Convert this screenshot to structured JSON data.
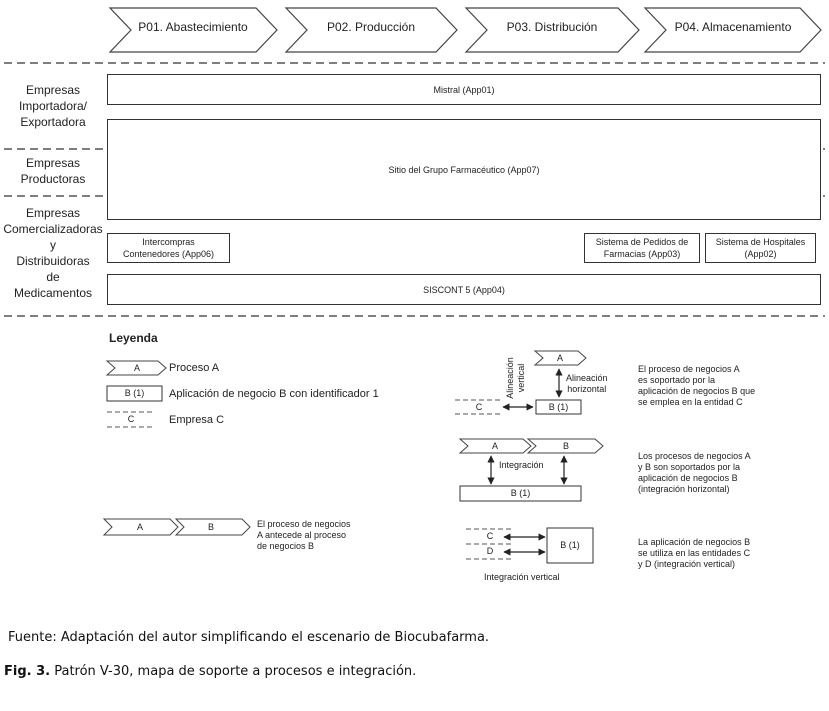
{
  "processes": [
    "P01. Abastecimiento",
    "P02. Producción",
    "P03. Distribución",
    "P04. Almacenamiento"
  ],
  "lanes": {
    "importadora": [
      "Empresas",
      "Importadora/",
      "Exportadora"
    ],
    "productoras": [
      "Empresas",
      "Productoras"
    ],
    "comercializadoras": [
      "Empresas",
      "Comercializadoras",
      "y",
      "Distribuidoras",
      "de",
      "Medicamentos"
    ]
  },
  "apps": {
    "mistral": "Mistral (App01)",
    "sitio": "Sitio del Grupo Farmacéutico (App07)",
    "intercompras": [
      "Intercompras",
      "Contenedores (App06)"
    ],
    "pedidos": [
      "Sistema de Pedidos de",
      "Farmacias (App03)"
    ],
    "hospitales": [
      "Sistema de Hospitales",
      "(App02)"
    ],
    "siscont": "SISCONT 5 (App04)"
  },
  "legend": {
    "title": "Leyenda",
    "proceso_a_box": "A",
    "proceso_a_text": "Proceso A",
    "app_box": "B (1)",
    "app_text": "Aplicación de negocio B con identificador 1",
    "empresa_box": "C",
    "empresa_text": "Empresa C",
    "seq_a": "A",
    "seq_b": "B",
    "seq_text": [
      "El proceso de negocios",
      "A antecede al proceso",
      "de negocios B"
    ],
    "align_vertical": [
      "Alineación",
      "vertical"
    ],
    "align_horizontal": [
      "Alineación",
      "horizontal"
    ],
    "align_a": "A",
    "align_c": "C",
    "align_b": "B (1)",
    "align_text": [
      "El proceso de negocios A",
      "es soportado por la",
      "aplicación de negocios B  que",
      "se emplea en la entidad C"
    ],
    "int_a": "A",
    "int_b": "B",
    "int_label": "Integración",
    "int_app": "B (1)",
    "int_text": [
      "Los procesos de negocios A",
      "y B son soportados por la",
      "aplicación de negocios B",
      "(integración horizontal)"
    ],
    "vert_c": "C",
    "vert_d": "D",
    "vert_app": "B (1)",
    "vert_label": "Integración vertical",
    "vert_text": [
      "La aplicación de negocios B",
      "se utiliza en las entidades C",
      "y D (integración vertical)"
    ]
  },
  "caption": {
    "source": "Fuente: Adaptación del autor simplificando el escenario de Biocubafarma.",
    "fig_label": "Fig. 3.",
    "fig_text": " Patrón V-30, mapa de soporte a procesos e integración."
  }
}
